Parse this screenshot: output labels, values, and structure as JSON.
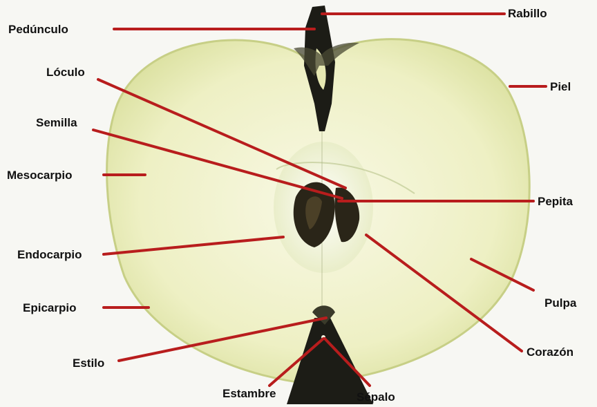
{
  "colors": {
    "background": "#f7f7f3",
    "leader": "#b81d1d",
    "label": "#111111",
    "flesh": "#eef0c4",
    "skin": "#c7cf86",
    "seed": "#2a2518",
    "stem": "#1c1c16"
  },
  "labels": {
    "rabillo": "Rabillo",
    "pedunculo": "Pedúnculo",
    "loculo": "Lóculo",
    "piel": "Piel",
    "semilla": "Semilla",
    "mesocarpio": "Mesocarpio",
    "pepita": "Pepita",
    "endocarpio": "Endocarpio",
    "pulpa": "Pulpa",
    "epicarpio": "Epicarpio",
    "corazon": "Corazón",
    "estilo": "Estilo",
    "estambre": "Estambre",
    "sepalo": "Sépalo"
  }
}
